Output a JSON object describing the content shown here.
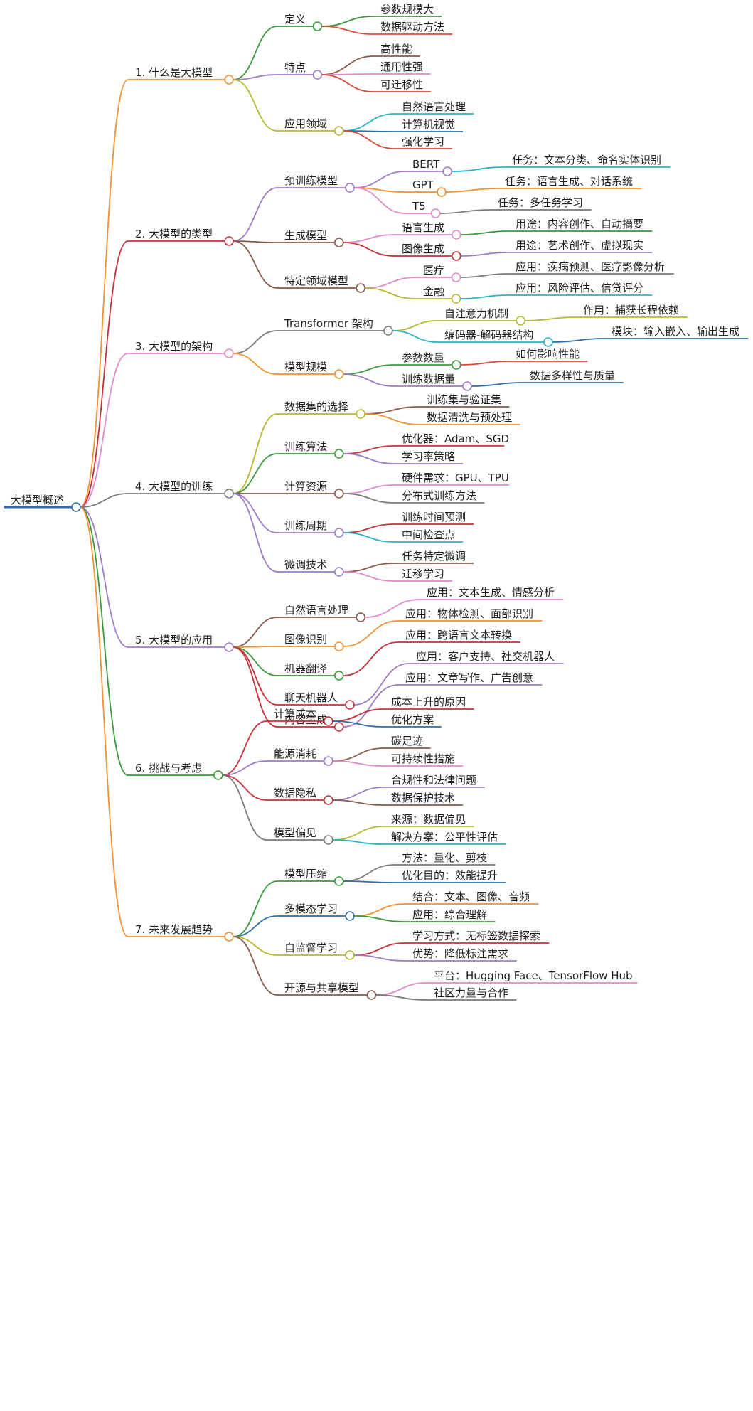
{
  "root": {
    "label": "大模型概述",
    "color": "#2f6ea8",
    "children": [
      {
        "label": "1. 什么是大模型",
        "color": "#f29130",
        "children": [
          {
            "label": "定义",
            "color": "#3a9a3a",
            "children": [
              {
                "label": "参数规模大",
                "color": "#3a9a3a"
              },
              {
                "label": "数据驱动方法",
                "color": "#d94a3a"
              }
            ]
          },
          {
            "label": "特点",
            "color": "#a07ac8",
            "children": [
              {
                "label": "高性能",
                "color": "#8a5a4a"
              },
              {
                "label": "通用性强",
                "color": "#e08acb"
              },
              {
                "label": "可迁移性",
                "color": "#d94a3a"
              }
            ]
          },
          {
            "label": "应用领域",
            "color": "#b8b830",
            "children": [
              {
                "label": "自然语言处理",
                "color": "#2ab5c8"
              },
              {
                "label": "计算机视觉",
                "color": "#2f6ea8"
              },
              {
                "label": "强化学习",
                "color": "#d94a3a"
              }
            ]
          }
        ]
      },
      {
        "label": "2. 大模型的类型",
        "color": "#c8313a",
        "children": [
          {
            "label": "预训练模型",
            "color": "#a07ac8",
            "children": [
              {
                "label": "BERT",
                "color": "#a07ac8",
                "children": [
                  {
                    "label": "任务：文本分类、命名实体识别",
                    "color": "#2ab5c8"
                  }
                ]
              },
              {
                "label": "GPT",
                "color": "#f29130",
                "children": [
                  {
                    "label": "任务：语言生成、对话系统",
                    "color": "#f29130"
                  }
                ]
              },
              {
                "label": "T5",
                "color": "#e08acb",
                "children": [
                  {
                    "label": "任务：多任务学习",
                    "color": "#7a7a7a"
                  }
                ]
              }
            ]
          },
          {
            "label": "生成模型",
            "color": "#8a5a4a",
            "children": [
              {
                "label": "语言生成",
                "color": "#e08acb",
                "children": [
                  {
                    "label": "用途：内容创作、自动摘要",
                    "color": "#3a9a3a"
                  }
                ]
              },
              {
                "label": "图像生成",
                "color": "#c8313a",
                "children": [
                  {
                    "label": "用途：艺术创作、虚拟现实",
                    "color": "#a07ac8"
                  }
                ]
              }
            ]
          },
          {
            "label": "特定领域模型",
            "color": "#8a5a4a",
            "children": [
              {
                "label": "医疗",
                "color": "#e08acb",
                "children": [
                  {
                    "label": "应用：疾病预测、医疗影像分析",
                    "color": "#7a7a7a"
                  }
                ]
              },
              {
                "label": "金融",
                "color": "#b8b830",
                "children": [
                  {
                    "label": "应用：风险评估、信贷评分",
                    "color": "#2ab5c8"
                  }
                ]
              }
            ]
          }
        ]
      },
      {
        "label": "3. 大模型的架构",
        "color": "#e08acb",
        "children": [
          {
            "label": "Transformer 架构",
            "color": "#7a7a7a",
            "children": [
              {
                "label": "自注意力机制",
                "color": "#b8b830",
                "children": [
                  {
                    "label": "作用：捕获长程依赖",
                    "color": "#b8b830"
                  }
                ]
              },
              {
                "label": "编码器-解码器结构",
                "color": "#2ab5c8",
                "children": [
                  {
                    "label": "模块：输入嵌入、输出生成",
                    "color": "#2f6ea8"
                  }
                ]
              }
            ]
          },
          {
            "label": "模型规模",
            "color": "#f29130",
            "children": [
              {
                "label": "参数数量",
                "color": "#3a9a3a",
                "children": [
                  {
                    "label": "如何影响性能",
                    "color": "#d94a3a"
                  }
                ]
              },
              {
                "label": "训练数据量",
                "color": "#a07ac8",
                "children": [
                  {
                    "label": "数据多样性与质量",
                    "color": "#2f6ea8"
                  }
                ]
              }
            ]
          }
        ]
      },
      {
        "label": "4. 大模型的训练",
        "color": "#7a7a7a",
        "children": [
          {
            "label": "数据集的选择",
            "color": "#b8b830",
            "children": [
              {
                "label": "训练集与验证集",
                "color": "#8a5a4a"
              },
              {
                "label": "数据清洗与预处理",
                "color": "#f29130"
              }
            ]
          },
          {
            "label": "训练算法",
            "color": "#3a9a3a",
            "children": [
              {
                "label": "优化器：Adam、SGD",
                "color": "#c8313a"
              },
              {
                "label": "学习率策略",
                "color": "#a07ac8"
              }
            ]
          },
          {
            "label": "计算资源",
            "color": "#8a5a4a",
            "children": [
              {
                "label": "硬件需求：GPU、TPU",
                "color": "#e08acb"
              },
              {
                "label": "分布式训练方法",
                "color": "#7a7a7a"
              }
            ]
          },
          {
            "label": "训练周期",
            "color": "#a07ac8",
            "children": [
              {
                "label": "训练时间预测",
                "color": "#c8313a"
              },
              {
                "label": "中间检查点",
                "color": "#2ab5c8"
              }
            ]
          },
          {
            "label": "微调技术",
            "color": "#a07ac8",
            "children": [
              {
                "label": "任务特定微调",
                "color": "#8a5a4a"
              },
              {
                "label": "迁移学习",
                "color": "#e08acb"
              }
            ]
          }
        ]
      },
      {
        "label": "5. 大模型的应用",
        "color": "#a07ac8",
        "children": [
          {
            "label": "自然语言处理",
            "color": "#8a5a4a",
            "children": [
              {
                "label": "应用：文本生成、情感分析",
                "color": "#e08acb"
              }
            ]
          },
          {
            "label": "图像识别",
            "color": "#f29130",
            "children": [
              {
                "label": "应用：物体检测、面部识别",
                "color": "#f29130"
              }
            ]
          },
          {
            "label": "机器翻译",
            "color": "#3a9a3a",
            "children": [
              {
                "label": "应用：跨语言文本转换",
                "color": "#c8313a"
              }
            ]
          },
          {
            "label": "聊天机器人",
            "color": "#c8313a",
            "children": [
              {
                "label": "应用：客户支持、社交机器人",
                "color": "#a07ac8"
              }
            ]
          },
          {
            "label": "内容生成",
            "color": "#c8313a",
            "children": [
              {
                "label": "应用：文章写作、广告创意",
                "color": "#a07ac8"
              }
            ]
          }
        ]
      },
      {
        "label": "6. 挑战与考虑",
        "color": "#3a9a3a",
        "children": [
          {
            "label": "计算成本",
            "color": "#c8313a",
            "children": [
              {
                "label": "成本上升的原因",
                "color": "#c8313a"
              },
              {
                "label": "优化方案",
                "color": "#2f6ea8"
              }
            ]
          },
          {
            "label": "能源消耗",
            "color": "#a07ac8",
            "children": [
              {
                "label": "碳足迹",
                "color": "#8a5a4a"
              },
              {
                "label": "可持续性措施",
                "color": "#e08acb"
              }
            ]
          },
          {
            "label": "数据隐私",
            "color": "#c8313a",
            "children": [
              {
                "label": "合规性和法律问题",
                "color": "#a07ac8"
              },
              {
                "label": "数据保护技术",
                "color": "#8a5a4a"
              }
            ]
          },
          {
            "label": "模型偏见",
            "color": "#7a7a7a",
            "children": [
              {
                "label": "来源：数据偏见",
                "color": "#b8b830"
              },
              {
                "label": "解决方案：公平性评估",
                "color": "#2ab5c8"
              }
            ]
          }
        ]
      },
      {
        "label": "7. 未来发展趋势",
        "color": "#f29130",
        "children": [
          {
            "label": "模型压缩",
            "color": "#3a9a3a",
            "children": [
              {
                "label": "方法：量化、剪枝",
                "color": "#7a7a7a"
              },
              {
                "label": "优化目的：效能提升",
                "color": "#2f6ea8"
              }
            ]
          },
          {
            "label": "多模态学习",
            "color": "#2f6ea8",
            "children": [
              {
                "label": "结合：文本、图像、音频",
                "color": "#f29130"
              },
              {
                "label": "应用：综合理解",
                "color": "#3a9a3a"
              }
            ]
          },
          {
            "label": "自监督学习",
            "color": "#b8b830",
            "children": [
              {
                "label": "学习方式：无标签数据探索",
                "color": "#c8313a"
              },
              {
                "label": "优势：降低标注需求",
                "color": "#a07ac8"
              }
            ]
          },
          {
            "label": "开源与共享模型",
            "color": "#8a5a4a",
            "children": [
              {
                "label": "平台：Hugging Face、TensorFlow Hub",
                "color": "#e08acb"
              },
              {
                "label": "社区力量与合作",
                "color": "#7a7a7a"
              }
            ]
          }
        ]
      }
    ]
  }
}
